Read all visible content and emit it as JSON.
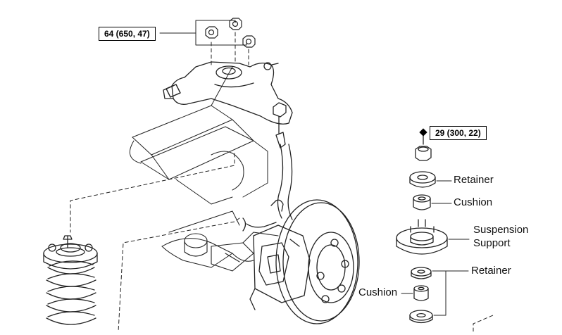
{
  "torque_specs": {
    "upper_arm_nuts": "64 (650, 47)",
    "support_nut": "29 (300, 22)"
  },
  "labels": {
    "retainer_top": "Retainer",
    "cushion_top": "Cushion",
    "suspension_support_line1": "Suspension",
    "suspension_support_line2": "Support",
    "retainer_lower": "Retainer",
    "cushion_lower": "Cushion"
  },
  "icons": {
    "support_nut_marker": "diamond-icon"
  }
}
